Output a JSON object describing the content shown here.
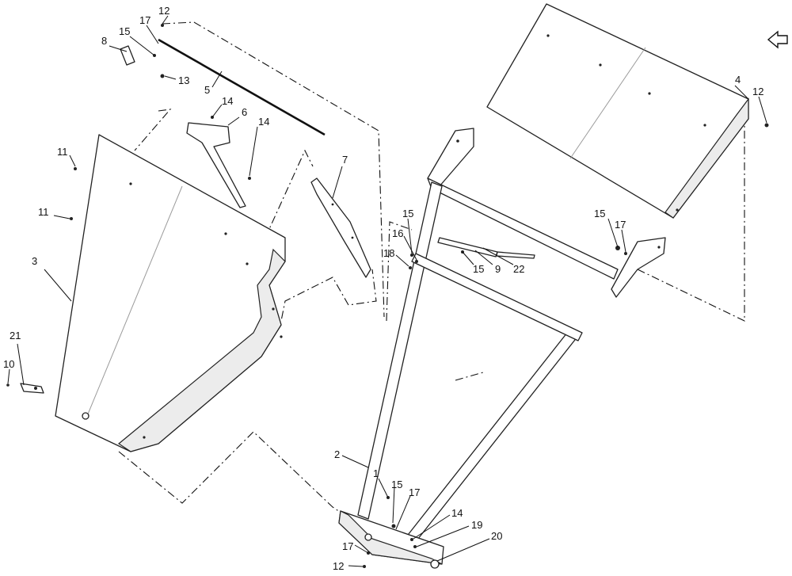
{
  "callouts": {
    "c1": "1",
    "c2": "2",
    "c3": "3",
    "c4": "4",
    "c5": "5",
    "c6": "6",
    "c7": "7",
    "c8": "8",
    "c9": "9",
    "c10": "10",
    "c11a": "11",
    "c11b": "11",
    "c12a": "12",
    "c12b": "12",
    "c12c": "12",
    "c13": "13",
    "c14a": "14",
    "c14b": "14",
    "c14c": "14",
    "c15a": "15",
    "c15b": "15",
    "c15c": "15",
    "c15d": "15",
    "c15e": "15",
    "c16": "16",
    "c17a": "17",
    "c17b": "17",
    "c17c": "17",
    "c17d": "17",
    "c18": "18",
    "c19": "19",
    "c20": "20",
    "c21": "21",
    "c22": "22"
  }
}
